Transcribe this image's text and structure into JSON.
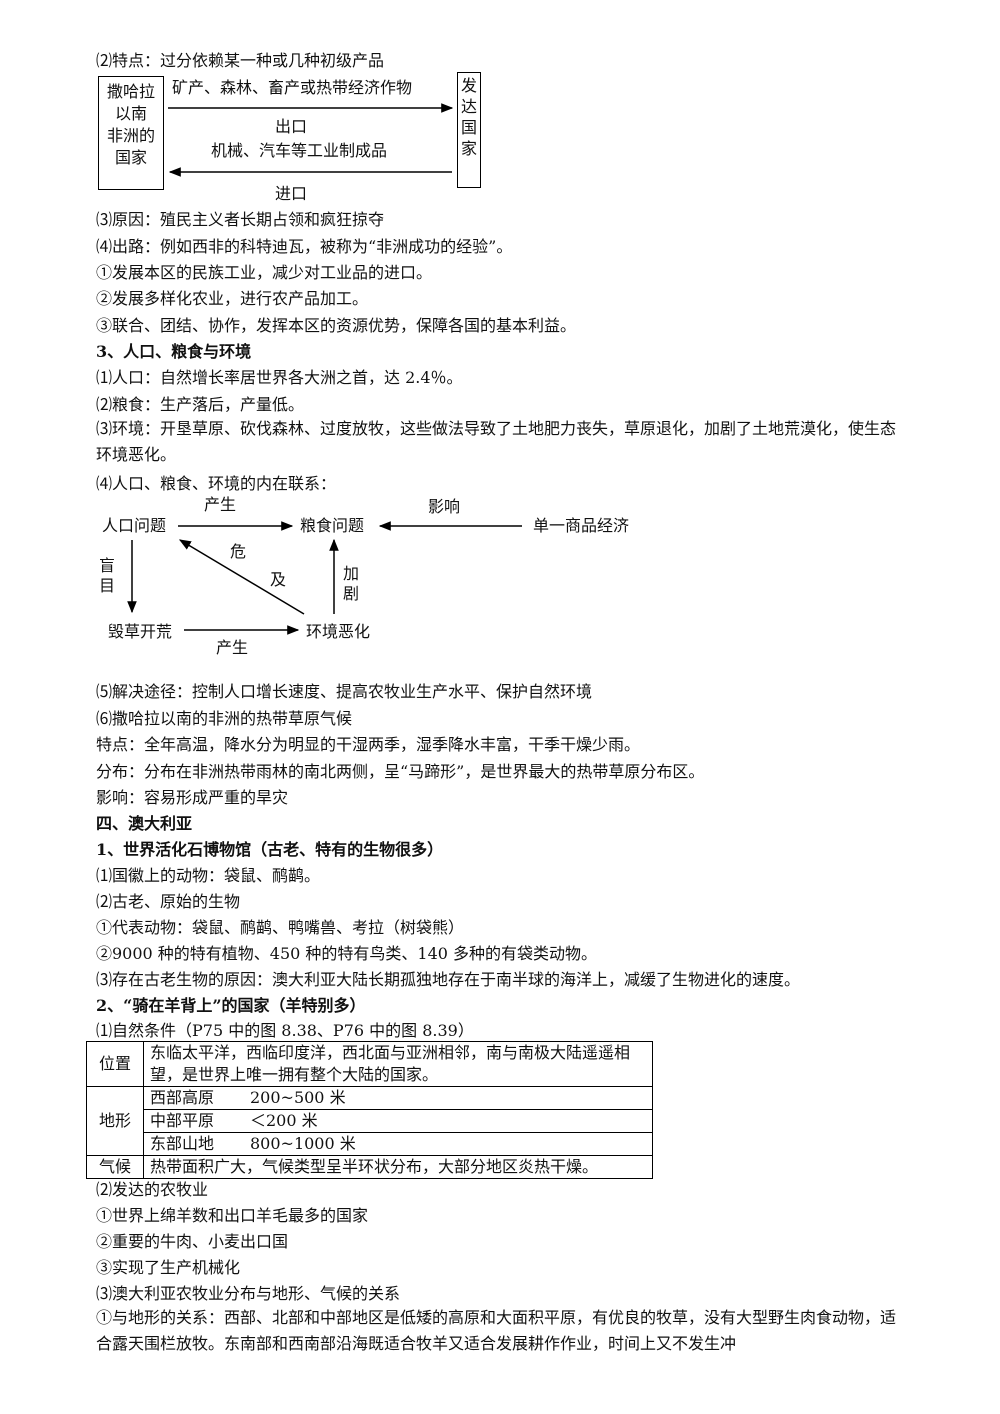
{
  "export_diagram": {
    "line1": "⑵特点：过分依赖某一种或几种初级产品",
    "left_box": [
      "撒哈拉",
      "以南",
      "非洲的",
      "国家"
    ],
    "right_box": [
      "发",
      "达",
      "国",
      "家"
    ],
    "top_arrow_label": "矿产、森林、畜产或热带经济作物",
    "export_label": "出口",
    "bottom_arrow_label": "机械、汽车等工业制成品",
    "import_label": "进口"
  },
  "lines_a": [
    "⑶原因：殖民主义者长期占领和疯狂掠夺",
    "⑷出路：例如西非的科特迪瓦，被称为“非洲成功的经验”。",
    "①发展本区的民族工业，减少对工业品的进口。",
    "②发展多样化农业，进行农产品加工。",
    "③联合、团结、协作，发挥本区的资源优势，保障各国的基本利益。"
  ],
  "heading_3": "3、人口、粮食与环境",
  "lines_b": [
    "⑴人口：自然增长率居世界各大洲之首，达 2.4％。",
    "⑵粮食：生产落后，产量低。"
  ],
  "environment_para": "⑶环境：开垦草原、砍伐森林、过度放牧，这些做法导致了土地肥力丧失，草原退化，加剧了土地荒漠化，使生态环境恶化。",
  "relation_title": "⑷人口、粮食、环境的内在联系：",
  "relation_diagram": {
    "population": "人口问题",
    "food": "粮食问题",
    "single_economy": "单一商品经济",
    "reclaim": "毁草开荒",
    "environment": "环境恶化",
    "produce_top": "产生",
    "influence": "影响",
    "blind": [
      "盲",
      "目"
    ],
    "danger": "危",
    "reach": "及",
    "aggravate": [
      "加",
      "剧"
    ],
    "produce_bottom": "产生"
  },
  "lines_c": [
    "⑸解决途径：控制人口增长速度、提高农牧业生产水平、保护自然环境",
    "⑹撒哈拉以南的非洲的热带草原气候",
    "特点：全年高温，降水分为明显的干湿两季，湿季降水丰富，干季干燥少雨。",
    "分布：分布在非洲热带雨林的南北两侧，呈“马蹄形”，是世界最大的热带草原分布区。",
    "影响：容易形成严重的旱灾"
  ],
  "heading_4": "四、澳大利亚",
  "heading_4_1": "1、世界活化石博物馆（古老、特有的生物很多）",
  "lines_d": [
    "⑴国徽上的动物：袋鼠、鸸鹋。",
    "⑵古老、原始的生物",
    "①代表动物：袋鼠、鸸鹋、鸭嘴兽、考拉（树袋熊）",
    "②9000 种的特有植物、450 种的特有鸟类、140 多种的有袋类动物。",
    "⑶存在古老生物的原因：澳大利亚大陆长期孤独地存在于南半球的海洋上，减缓了生物进化的速度。"
  ],
  "heading_4_2": "2、“骑在羊背上”的国家（羊特别多）",
  "natural_title": "⑴自然条件（P75 中的图 8.38、P76 中的图 8.39）",
  "table": {
    "location_key": "位置",
    "location_value": "东临太平洋，西临印度洋，西北面与亚洲相邻，南与南极大陆遥遥相望，是世界上唯一拥有整个大陆的国家。",
    "terrain_key": "地形",
    "terrain_rows": [
      {
        "name": "西部高原",
        "value": "200~500 米"
      },
      {
        "name": "中部平原",
        "value": "＜200 米"
      },
      {
        "name": "东部山地",
        "value": "800~1000 米"
      }
    ],
    "climate_key": "气候",
    "climate_value": "热带面积广大，气候类型呈半环状分布，大部分地区炎热干燥。"
  },
  "lines_e": [
    "⑵发达的农牧业",
    "①世界上绵羊数和出口羊毛最多的国家",
    "②重要的牛肉、小麦出口国",
    "③实现了生产机械化",
    "⑶澳大利亚农牧业分布与地形、气候的关系"
  ],
  "last_para": "①与地形的关系：西部、北部和中部地区是低矮的高原和大面积平原，有优良的牧草，没有大型野生肉食动物，适合露天围栏放牧。东南部和西南部沿海既适合牧羊又适合发展耕作作业，时间上又不发生冲"
}
